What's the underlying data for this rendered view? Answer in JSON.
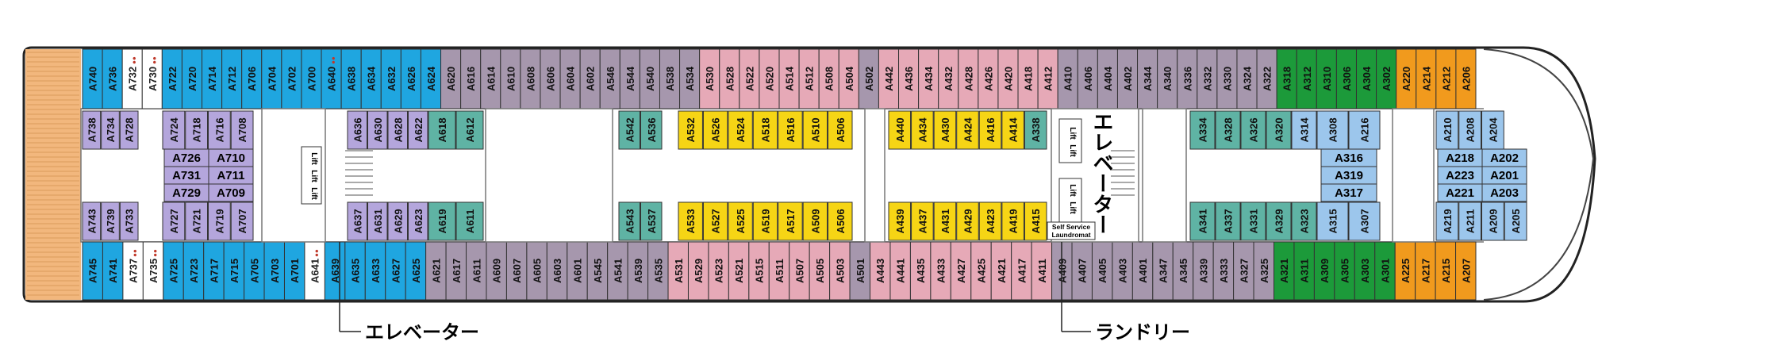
{
  "palette": {
    "blue": "#1fa6e0",
    "purple": "#a697ad",
    "pink": "#e6a9b7",
    "rose": "#d99aac",
    "green": "#1c9a3a",
    "orange": "#f19a1d",
    "lilac": "#b4a6dc",
    "yellow": "#f6d515",
    "teal": "#5fb3a4",
    "lightblue": "#9cc6ec",
    "white": "#ffffff",
    "wood": "#f2b77d",
    "outline": "#333333",
    "cream": "#e9c06a"
  },
  "top_row": [
    {
      "label": "A740",
      "c": "blue"
    },
    {
      "label": "A736",
      "c": "blue"
    },
    {
      "label": "A732",
      "c": "white",
      "note": "●●"
    },
    {
      "label": "A730",
      "c": "white",
      "note": "●●"
    },
    {
      "label": "A722",
      "c": "blue"
    },
    {
      "label": "A720",
      "c": "blue"
    },
    {
      "label": "A714",
      "c": "blue"
    },
    {
      "label": "A712",
      "c": "blue"
    },
    {
      "label": "A706",
      "c": "blue"
    },
    {
      "label": "A704",
      "c": "blue"
    },
    {
      "label": "A702",
      "c": "blue"
    },
    {
      "label": "A700",
      "c": "blue"
    },
    {
      "label": "A640",
      "c": "blue",
      "note": "●●"
    },
    {
      "label": "A638",
      "c": "blue"
    },
    {
      "label": "A634",
      "c": "blue"
    },
    {
      "label": "A632",
      "c": "blue"
    },
    {
      "label": "A626",
      "c": "blue"
    },
    {
      "label": "A624",
      "c": "blue"
    },
    {
      "label": "A620",
      "c": "purple"
    },
    {
      "label": "A616",
      "c": "purple"
    },
    {
      "label": "A614",
      "c": "purple"
    },
    {
      "label": "A610",
      "c": "purple"
    },
    {
      "label": "A608",
      "c": "purple"
    },
    {
      "label": "A606",
      "c": "purple"
    },
    {
      "label": "A604",
      "c": "purple"
    },
    {
      "label": "A602",
      "c": "purple"
    },
    {
      "label": "A546",
      "c": "purple"
    },
    {
      "label": "A544",
      "c": "purple"
    },
    {
      "label": "A540",
      "c": "purple"
    },
    {
      "label": "A538",
      "c": "purple"
    },
    {
      "label": "A534",
      "c": "purple"
    },
    {
      "label": "A530",
      "c": "pink"
    },
    {
      "label": "A528",
      "c": "pink"
    },
    {
      "label": "A522",
      "c": "pink"
    },
    {
      "label": "A520",
      "c": "pink"
    },
    {
      "label": "A514",
      "c": "pink"
    },
    {
      "label": "A512",
      "c": "pink"
    },
    {
      "label": "A508",
      "c": "pink"
    },
    {
      "label": "A504",
      "c": "pink"
    },
    {
      "label": "A502",
      "c": "purple"
    },
    {
      "label": "A442",
      "c": "pink"
    },
    {
      "label": "A436",
      "c": "pink"
    },
    {
      "label": "A434",
      "c": "pink"
    },
    {
      "label": "A432",
      "c": "pink"
    },
    {
      "label": "A428",
      "c": "pink"
    },
    {
      "label": "A426",
      "c": "pink"
    },
    {
      "label": "A420",
      "c": "pink"
    },
    {
      "label": "A418",
      "c": "pink"
    },
    {
      "label": "A412",
      "c": "pink"
    },
    {
      "label": "A410",
      "c": "purple"
    },
    {
      "label": "A406",
      "c": "purple"
    },
    {
      "label": "A404",
      "c": "purple"
    },
    {
      "label": "A402",
      "c": "purple"
    },
    {
      "label": "A344",
      "c": "purple"
    },
    {
      "label": "A340",
      "c": "purple"
    },
    {
      "label": "A336",
      "c": "purple"
    },
    {
      "label": "A332",
      "c": "purple"
    },
    {
      "label": "A330",
      "c": "purple"
    },
    {
      "label": "A324",
      "c": "purple"
    },
    {
      "label": "A322",
      "c": "purple"
    },
    {
      "label": "A318",
      "c": "green"
    },
    {
      "label": "A312",
      "c": "green"
    },
    {
      "label": "A310",
      "c": "green"
    },
    {
      "label": "A306",
      "c": "green"
    },
    {
      "label": "A304",
      "c": "green"
    },
    {
      "label": "A302",
      "c": "green"
    },
    {
      "label": "A220",
      "c": "orange"
    },
    {
      "label": "A214",
      "c": "orange"
    },
    {
      "label": "A212",
      "c": "orange"
    },
    {
      "label": "A206",
      "c": "orange"
    }
  ],
  "bottom_row": [
    {
      "label": "A745",
      "c": "blue"
    },
    {
      "label": "A741",
      "c": "blue"
    },
    {
      "label": "A737",
      "c": "white",
      "note": "●●"
    },
    {
      "label": "A735",
      "c": "white",
      "note": "●●"
    },
    {
      "label": "A725",
      "c": "blue"
    },
    {
      "label": "A723",
      "c": "blue"
    },
    {
      "label": "A717",
      "c": "blue"
    },
    {
      "label": "A715",
      "c": "blue"
    },
    {
      "label": "A705",
      "c": "blue"
    },
    {
      "label": "A703",
      "c": "blue"
    },
    {
      "label": "A701",
      "c": "blue"
    },
    {
      "label": "A641",
      "c": "white",
      "note": "●●"
    },
    {
      "label": "A639",
      "c": "blue"
    },
    {
      "label": "A635",
      "c": "blue"
    },
    {
      "label": "A633",
      "c": "blue"
    },
    {
      "label": "A627",
      "c": "blue"
    },
    {
      "label": "A625",
      "c": "blue"
    },
    {
      "label": "A621",
      "c": "purple"
    },
    {
      "label": "A617",
      "c": "purple"
    },
    {
      "label": "A611",
      "c": "purple"
    },
    {
      "label": "A609",
      "c": "purple"
    },
    {
      "label": "A607",
      "c": "purple"
    },
    {
      "label": "A605",
      "c": "purple"
    },
    {
      "label": "A603",
      "c": "purple"
    },
    {
      "label": "A601",
      "c": "purple"
    },
    {
      "label": "A545",
      "c": "purple"
    },
    {
      "label": "A541",
      "c": "purple"
    },
    {
      "label": "A539",
      "c": "purple"
    },
    {
      "label": "A535",
      "c": "purple"
    },
    {
      "label": "A531",
      "c": "pink"
    },
    {
      "label": "A529",
      "c": "pink"
    },
    {
      "label": "A523",
      "c": "pink"
    },
    {
      "label": "A521",
      "c": "pink"
    },
    {
      "label": "A515",
      "c": "pink"
    },
    {
      "label": "A511",
      "c": "pink"
    },
    {
      "label": "A507",
      "c": "pink"
    },
    {
      "label": "A505",
      "c": "pink"
    },
    {
      "label": "A503",
      "c": "pink"
    },
    {
      "label": "A501",
      "c": "purple"
    },
    {
      "label": "A443",
      "c": "pink"
    },
    {
      "label": "A441",
      "c": "pink"
    },
    {
      "label": "A435",
      "c": "pink"
    },
    {
      "label": "A433",
      "c": "pink"
    },
    {
      "label": "A427",
      "c": "pink"
    },
    {
      "label": "A425",
      "c": "pink"
    },
    {
      "label": "A421",
      "c": "pink"
    },
    {
      "label": "A417",
      "c": "pink"
    },
    {
      "label": "A411",
      "c": "pink"
    },
    {
      "label": "A409",
      "c": "purple"
    },
    {
      "label": "A407",
      "c": "purple"
    },
    {
      "label": "A405",
      "c": "purple"
    },
    {
      "label": "A403",
      "c": "purple"
    },
    {
      "label": "A401",
      "c": "purple"
    },
    {
      "label": "A347",
      "c": "purple"
    },
    {
      "label": "A345",
      "c": "purple"
    },
    {
      "label": "A339",
      "c": "purple"
    },
    {
      "label": "A333",
      "c": "purple"
    },
    {
      "label": "A327",
      "c": "purple"
    },
    {
      "label": "A325",
      "c": "purple"
    },
    {
      "label": "A321",
      "c": "green"
    },
    {
      "label": "A311",
      "c": "green"
    },
    {
      "label": "A309",
      "c": "green"
    },
    {
      "label": "A305",
      "c": "green"
    },
    {
      "label": "A303",
      "c": "green"
    },
    {
      "label": "A301",
      "c": "green"
    },
    {
      "label": "A225",
      "c": "orange"
    },
    {
      "label": "A217",
      "c": "orange"
    },
    {
      "label": "A215",
      "c": "orange"
    },
    {
      "label": "A207",
      "c": "orange"
    }
  ],
  "inner_upper": [
    {
      "label": "A738",
      "c": "lilac"
    },
    {
      "label": "A734",
      "c": "lilac"
    },
    {
      "label": "A728",
      "c": "lilac"
    },
    {
      "label": "A724",
      "c": "lilac"
    },
    {
      "label": "A718",
      "c": "lilac"
    },
    {
      "label": "A716",
      "c": "lilac"
    },
    {
      "label": "A708",
      "c": "lilac"
    },
    {
      "label": "A636",
      "c": "lilac"
    },
    {
      "label": "A630",
      "c": "lilac"
    },
    {
      "label": "A628",
      "c": "lilac"
    },
    {
      "label": "A622",
      "c": "lilac"
    },
    {
      "label": "A618",
      "c": "teal"
    },
    {
      "label": "A612",
      "c": "teal"
    },
    {
      "label": "A542",
      "c": "teal"
    },
    {
      "label": "A536",
      "c": "teal"
    },
    {
      "label": "A532",
      "c": "yellow"
    },
    {
      "label": "A526",
      "c": "yellow"
    },
    {
      "label": "A524",
      "c": "yellow"
    },
    {
      "label": "A518",
      "c": "yellow"
    },
    {
      "label": "A516",
      "c": "yellow"
    },
    {
      "label": "A510",
      "c": "yellow"
    },
    {
      "label": "A506",
      "c": "yellow"
    },
    {
      "label": "A440",
      "c": "yellow"
    },
    {
      "label": "A434",
      "c": "yellow"
    },
    {
      "label": "A430",
      "c": "yellow"
    },
    {
      "label": "A424",
      "c": "yellow"
    },
    {
      "label": "A416",
      "c": "yellow"
    },
    {
      "label": "A414",
      "c": "yellow"
    },
    {
      "label": "A338",
      "c": "teal"
    },
    {
      "label": "A334",
      "c": "teal"
    },
    {
      "label": "A328",
      "c": "teal"
    },
    {
      "label": "A326",
      "c": "teal"
    },
    {
      "label": "A320",
      "c": "teal"
    },
    {
      "label": "A314",
      "c": "lightblue"
    },
    {
      "label": "A308",
      "c": "lightblue"
    },
    {
      "label": "A216",
      "c": "lightblue"
    },
    {
      "label": "A210",
      "c": "lightblue"
    },
    {
      "label": "A208",
      "c": "lightblue"
    },
    {
      "label": "A204",
      "c": "lightblue"
    }
  ],
  "inner_lower": [
    {
      "label": "A743",
      "c": "lilac"
    },
    {
      "label": "A739",
      "c": "lilac"
    },
    {
      "label": "A733",
      "c": "lilac"
    },
    {
      "label": "A727",
      "c": "lilac"
    },
    {
      "label": "A721",
      "c": "lilac"
    },
    {
      "label": "A719",
      "c": "lilac"
    },
    {
      "label": "A707",
      "c": "lilac"
    },
    {
      "label": "A637",
      "c": "lilac"
    },
    {
      "label": "A631",
      "c": "lilac"
    },
    {
      "label": "A629",
      "c": "lilac"
    },
    {
      "label": "A623",
      "c": "lilac"
    },
    {
      "label": "A619",
      "c": "teal"
    },
    {
      "label": "A611",
      "c": "teal"
    },
    {
      "label": "A543",
      "c": "teal"
    },
    {
      "label": "A537",
      "c": "teal"
    },
    {
      "label": "A533",
      "c": "yellow"
    },
    {
      "label": "A527",
      "c": "yellow"
    },
    {
      "label": "A525",
      "c": "yellow"
    },
    {
      "label": "A519",
      "c": "yellow"
    },
    {
      "label": "A517",
      "c": "yellow"
    },
    {
      "label": "A509",
      "c": "yellow"
    },
    {
      "label": "A506",
      "c": "yellow"
    },
    {
      "label": "A439",
      "c": "yellow"
    },
    {
      "label": "A437",
      "c": "yellow"
    },
    {
      "label": "A431",
      "c": "yellow"
    },
    {
      "label": "A429",
      "c": "yellow"
    },
    {
      "label": "A423",
      "c": "yellow"
    },
    {
      "label": "A419",
      "c": "yellow"
    },
    {
      "label": "A415",
      "c": "yellow"
    },
    {
      "label": "A341",
      "c": "teal"
    },
    {
      "label": "A337",
      "c": "teal"
    },
    {
      "label": "A331",
      "c": "teal"
    },
    {
      "label": "A329",
      "c": "teal"
    },
    {
      "label": "A323",
      "c": "teal"
    },
    {
      "label": "A315",
      "c": "lightblue"
    },
    {
      "label": "A307",
      "c": "lightblue"
    },
    {
      "label": "A219",
      "c": "lightblue"
    },
    {
      "label": "A211",
      "c": "lightblue"
    },
    {
      "label": "A209",
      "c": "lightblue"
    },
    {
      "label": "A205",
      "c": "lightblue"
    }
  ],
  "center_block_aft": [
    "A726",
    "A710",
    "A731",
    "A711",
    "A729",
    "A709"
  ],
  "center_block_mid": [
    "A316",
    "A319",
    "A317"
  ],
  "center_block_fwd": [
    "A218",
    "A202",
    "A223",
    "A201",
    "A221",
    "A203"
  ],
  "lifts": {
    "label": "Lift"
  },
  "laundromat": {
    "line1": "Self Service",
    "line2": "Laundromat"
  },
  "elevator_vertical": "エレベーター",
  "callouts": {
    "elevator": "エレベーター",
    "laundry": "ランドリー"
  }
}
